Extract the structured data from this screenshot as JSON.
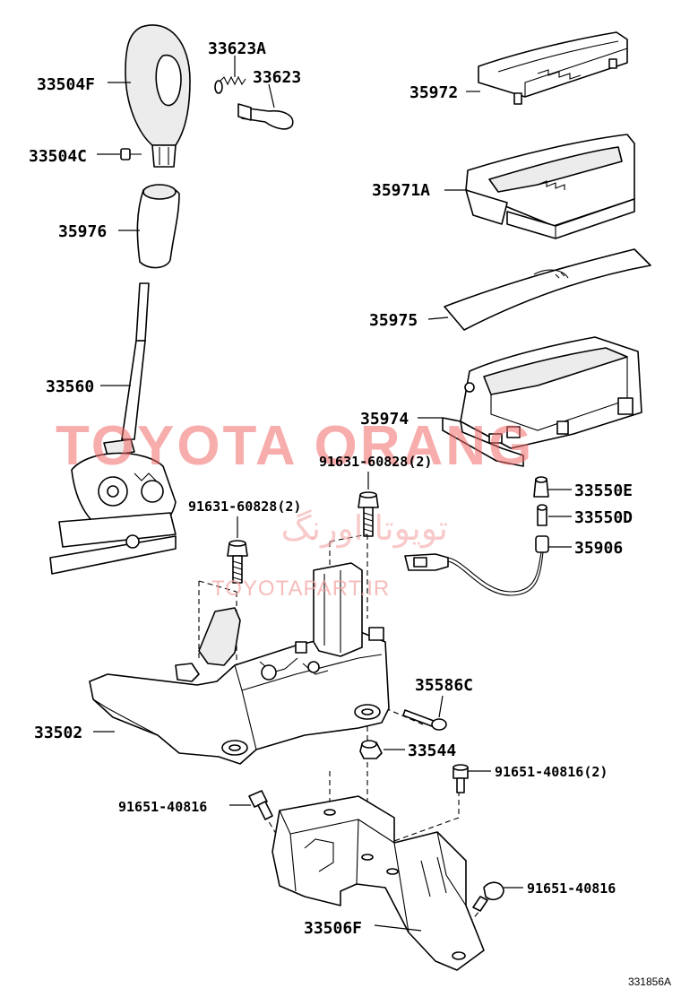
{
  "labels": {
    "p33504F": "33504F",
    "p33623A": "33623A",
    "p33623": "33623",
    "p33504C": "33504C",
    "p35976": "35976",
    "p33560": "33560",
    "p35972": "35972",
    "p35971A": "35971A",
    "p35975": "35975",
    "p35974": "35974",
    "p91631_center": "91631-60828(2)",
    "p91631_left": "91631-60828(2)",
    "p33550E": "33550E",
    "p33550D": "33550D",
    "p35906": "35906",
    "p35586C": "35586C",
    "p33544": "33544",
    "p33502": "33502",
    "p91651_right2": "91651-40816(2)",
    "p91651_left": "91651-40816",
    "p91651_right": "91651-40816",
    "p33506F": "33506F"
  },
  "watermark": {
    "brand": "TOYOTA ORANG",
    "arabic": "تویوتا اورنگ",
    "url": "TOYOTAPART.IR"
  },
  "reference": "331856A",
  "colors": {
    "watermark_red": "#f26a6a",
    "line": "#000000",
    "background": "#ffffff"
  }
}
